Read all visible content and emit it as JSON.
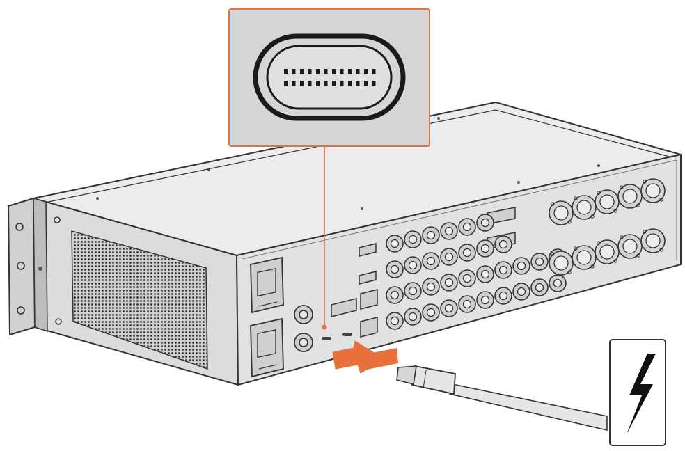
{
  "colors": {
    "background": "#ffffff",
    "outline": "#333333",
    "panel_light": "#ebebeb",
    "panel_mid": "#d9d9d9",
    "panel_dark": "#c4c4c4",
    "inset_fill": "#d6d6d6",
    "accent_orange": "#e8703a",
    "cable_fill": "#e6e6e6"
  },
  "icons": {
    "callout_port": "usb-c-port-icon",
    "thunderbolt": "lightning-bolt-icon"
  },
  "counts": {
    "bnc_rows": 4,
    "xlr_rows": 2,
    "usb_c_ports": 2
  }
}
